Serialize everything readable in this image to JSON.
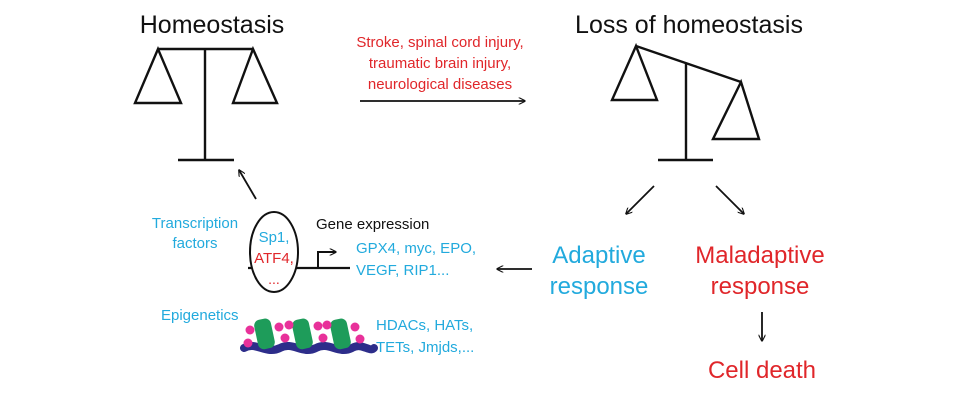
{
  "colors": {
    "black": "#111111",
    "red": "#e0262a",
    "cyan": "#22aadd",
    "magenta": "#e8319a",
    "green": "#1e9c5a",
    "navy": "#2d2d8a"
  },
  "left_scale": {
    "title": "Homeostasis"
  },
  "right_scale": {
    "title": "Loss of homeostasis"
  },
  "insults": {
    "lines": [
      "Stroke, spinal cord injury,",
      "traumatic brain injury,",
      "neurological diseases"
    ]
  },
  "responses": {
    "adaptive": [
      "Adaptive",
      "response"
    ],
    "maladaptive": [
      "Maladaptive",
      "response"
    ],
    "outcome": "Cell death"
  },
  "transcription": {
    "label": [
      "Transcription",
      "factors"
    ],
    "factors": [
      "Sp1,",
      "ATF4,",
      "..."
    ],
    "gene_expression_label": "Gene expression",
    "genes": [
      "GPX4, myc, EPO,",
      "VEGF, RIP1..."
    ]
  },
  "epigenetics": {
    "label": "Epigenetics",
    "enzymes": [
      "HDACs, HATs,",
      "TETs, Jmjds,..."
    ]
  },
  "icons": [
    "balance-scale-icon",
    "tilted-scale-icon",
    "dna-nucleosome-icon",
    "promoter-arrow-icon"
  ]
}
